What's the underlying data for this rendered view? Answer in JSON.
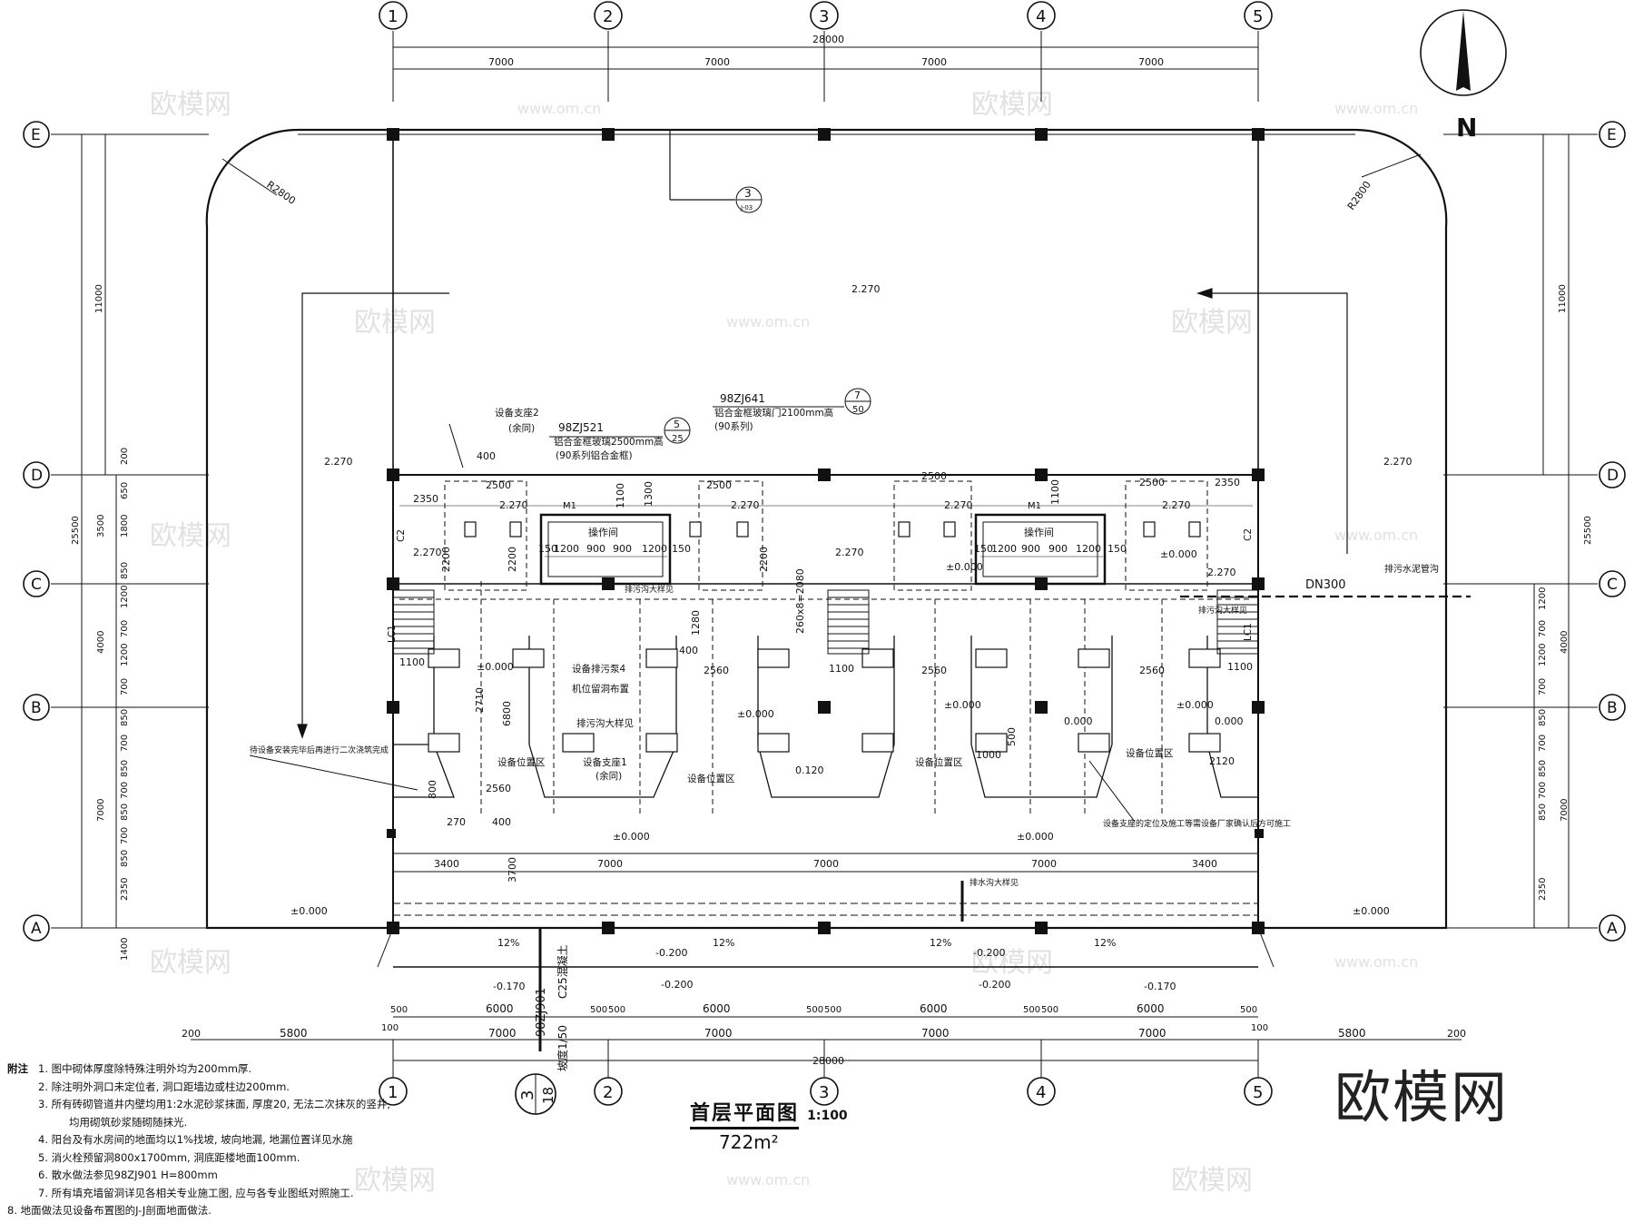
{
  "drawing": {
    "title": "首层平面图",
    "scale": "1:100",
    "area": "722m²",
    "north": "N",
    "brand": "欧模网",
    "watermark_text": "欧模网",
    "watermark_url": "www.om.cn"
  },
  "axes": {
    "columns": [
      "1",
      "2",
      "3",
      "4",
      "5"
    ],
    "rows": [
      "E",
      "D",
      "C",
      "B",
      "A"
    ]
  },
  "dimensions": {
    "top_total": "28000",
    "top_bays": [
      "7000",
      "7000",
      "7000",
      "7000"
    ],
    "bottom_total": "28000",
    "bottom_bays": [
      "7000",
      "7000",
      "7000",
      "7000"
    ],
    "bottom_outer": [
      "5800",
      "5800"
    ],
    "bottom_200": [
      "200",
      "200"
    ],
    "bottom_100": [
      "100",
      "100"
    ],
    "bottom_6000": [
      "6000",
      "6000",
      "6000",
      "6000"
    ],
    "bottom_500": [
      "500",
      "500",
      "500",
      "500",
      "500",
      "500",
      "500",
      "500"
    ],
    "left_rows": [
      "11000",
      "25500"
    ],
    "right_rows": [
      "11000",
      "25500"
    ],
    "left_chain": [
      "200",
      "650",
      "3500",
      "1800",
      "850",
      "1200",
      "4000",
      "700",
      "1200",
      "700",
      "850",
      "700",
      "850",
      "700",
      "850",
      "700",
      "850",
      "7000",
      "2350",
      "1400"
    ],
    "right_chain": [
      "1200",
      "700",
      "1200",
      "4000",
      "700",
      "850",
      "700",
      "850",
      "700",
      "850",
      "7000",
      "2350"
    ],
    "inner": [
      "2350",
      "2500",
      "2500",
      "2350",
      "2500",
      "2500",
      "1100",
      "1100",
      "1100",
      "2560",
      "2560",
      "2560",
      "2560",
      "3400",
      "7000",
      "7000",
      "7000",
      "3400",
      "3700",
      "260x8=2080",
      "1280",
      "1200",
      "900",
      "900",
      "1200",
      "150",
      "150",
      "1200",
      "900",
      "900",
      "1200",
      "150",
      "150",
      "1100",
      "1100",
      "1300",
      "400",
      "400",
      "400",
      "2710",
      "6800",
      "800",
      "270",
      "2120",
      "1000",
      "500",
      "2200",
      "2200",
      "2200"
    ],
    "radius": [
      "R2800",
      "R2800"
    ]
  },
  "levels": [
    "2.270",
    "2.270",
    "2.270",
    "2.270",
    "2.270",
    "2.270",
    "2.270",
    "2.270",
    "2.270",
    "2.270",
    "±0.000",
    "±0.000",
    "±0.000",
    "±0.000",
    "±0.000",
    "±0.000",
    "±0.000",
    "±0.000",
    "±0.000",
    "±0.000",
    "0.000",
    "0.000",
    "0.120",
    "-0.200",
    "-0.200",
    "-0.200",
    "-0.200",
    "-0.170",
    "-0.170"
  ],
  "slopes": [
    "12%",
    "12%",
    "12%",
    "12%"
  ],
  "labels": {
    "equipment_support_2": "设备支座2",
    "same": "(余同)",
    "spec_98zj521": "98ZJ521",
    "window_spec": "铝合金框玻璃2500mm高",
    "window_sub": "(90系列铝合金框)",
    "spec_98zj641": "98ZJ641",
    "door_spec": "铝合金框玻璃门2100mm高",
    "door_sub": "(90系列)",
    "callout_5": "5",
    "callout_25": "25",
    "callout_7": "7",
    "callout_50": "50",
    "callout_3": "3",
    "callout_3_sub": "J-03",
    "operation_room": "操作间",
    "m1": "M1",
    "c2": "C2",
    "lc1": "LC1",
    "equipment_area": "设备位置区",
    "equipment_support_1": "设备支座1",
    "pump_4": "设备排污泵4",
    "pipe_layout": "机位留洞布置",
    "drain_detail": "排污沟大样见",
    "dn300": "DN300",
    "outlet": "排污水泥管沟",
    "note_left": "待设备安装完毕后再进行二次浇筑完成",
    "note_right": "设备支座的定位及施工等需设备厂家确认后方可施工",
    "drain_ditch": "排水沟大样见",
    "spec_98zj901": "98ZJ901",
    "c25": "C25混凝土",
    "slope_note": "坡度1/50",
    "callout_3b": "3",
    "callout_18": "18"
  },
  "notes": {
    "head": "附注",
    "items": [
      "1. 图中砌体厚度除特殊注明外均为200mm厚.",
      "2. 除注明外洞口未定位者, 洞口距墙边或柱边200mm.",
      "3. 所有砖砌管道井内壁均用1:2水泥砂浆抹面, 厚度20, 无法二次抹灰的竖井,",
      "均用砌筑砂浆随砌随抹光.",
      "4. 阳台及有水房间的地面均以1%找坡, 坡向地漏, 地漏位置详见水施",
      "5.            消火栓预留洞800x1700mm, 洞底距楼地面100mm.",
      "6.  散水做法参见98ZJ901      H=800mm",
      "7.  所有填充墙留洞详见各相关专业施工图, 应与各专业图纸对照施工.",
      "8. 地面做法见设备布置图的J-J剖面地面做法."
    ]
  }
}
